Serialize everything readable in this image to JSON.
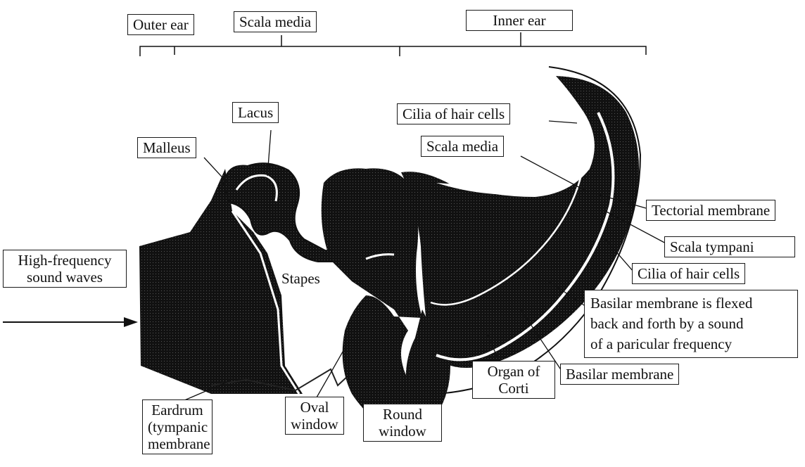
{
  "labels": {
    "outer_ear": "Outer ear",
    "scala_media_top": "Scala media",
    "inner_ear": "Inner ear",
    "lacus": "Lacus",
    "malleus": "Malleus",
    "cilia_top": "Cilia of hair cells",
    "scala_media": "Scala media",
    "tectorial": "Tectorial membrane",
    "scala_tympani": "Scala tympani",
    "cilia_bottom": "Cilia of hair cells",
    "basilar_flexed_1": "Basilar membrane is flexed",
    "basilar_flexed_2": "back and forth by a sound",
    "basilar_flexed_3": "of a paricular frequency",
    "basilar_membrane": "Basilar membrane",
    "organ_corti_1": "Organ of",
    "organ_corti_2": "Corti",
    "round_window_1": "Round",
    "round_window_2": "window",
    "oval_window_1": "Oval",
    "oval_window_2": "window",
    "eardrum_1": "Eardrum",
    "eardrum_2": "(tympanic",
    "eardrum_3": "membrane",
    "high_freq_1": "High-frequency",
    "high_freq_2": "sound waves",
    "stapes": "Stapes"
  }
}
